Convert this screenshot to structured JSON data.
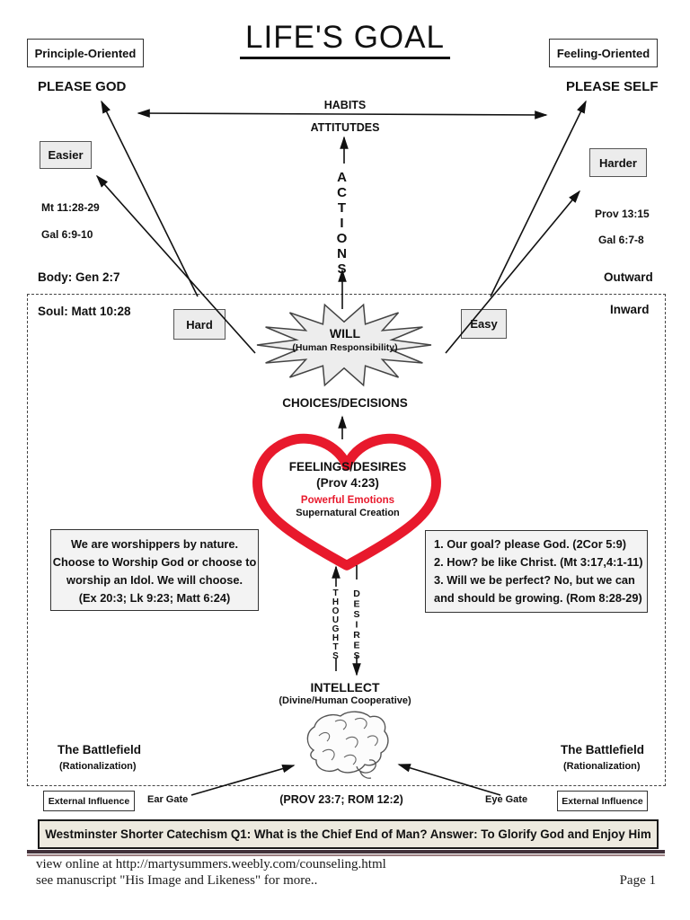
{
  "page": {
    "title": "LIFE'S GOAL",
    "footer": {
      "line1": "view online at http://martysummers.weebly.com/counseling.html",
      "line2": "see manuscript \"His Image and Likeness\" for more..",
      "page_number": "Page 1"
    }
  },
  "colors": {
    "heart_red": "#e8192c",
    "rule_maroon": "#42313a",
    "box_gray": "#ececec",
    "banner_bg": "#edeadf"
  },
  "top": {
    "left_box": "Principle-Oriented",
    "right_box": "Feeling-Oriented",
    "left_goal": "PLEASE GOD",
    "right_goal": "PLEASE SELF",
    "habits": "HABITS",
    "attitudes": "ATTITUTDES",
    "actions_vertical": "ACTIONS",
    "easier_box": "Easier",
    "harder_box": "Harder",
    "left_refs": [
      "Mt 11:28-29",
      "Gal 6:9-10"
    ],
    "right_refs": [
      "Prov 13:15",
      "Gal 6:7-8"
    ],
    "body_label": "Body: Gen 2:7",
    "outward_label": "Outward"
  },
  "inner": {
    "soul_label": "Soul: Matt 10:28",
    "inward_label": "Inward",
    "hard_box": "Hard",
    "easy_box": "Easy",
    "will": {
      "title": "WILL",
      "subtitle": "(Human Responsibility)"
    },
    "choices": "CHOICES/DECISIONS",
    "heart": {
      "title": "FEELINGS/DESIRES",
      "ref": "(Prov 4:23)",
      "line1": "Powerful Emotions",
      "line2": "Supernatural Creation"
    },
    "left_note": {
      "lines": [
        "We are worshippers by nature.",
        "Choose to Worship God or choose to",
        "worship an Idol. We will choose.",
        "(Ex 20:3; Lk 9:23; Matt 6:24)"
      ]
    },
    "right_note": {
      "lines": [
        "1. Our goal? please God. (2Cor 5:9)",
        "2. How? be like Christ. (Mt 3:17,4:1-11)",
        "3. Will we be perfect? No, but we  can",
        "and should be growing. (Rom 8:28-29)"
      ]
    },
    "thoughts_vertical": "THOUGHTS",
    "desires_vertical": "DESIRES",
    "intellect": {
      "title": "INTELLECT",
      "subtitle": "(Divine/Human Cooperative)"
    },
    "battlefield_left": {
      "title": "The Battlefield",
      "subtitle": "(Rationalization)"
    },
    "battlefield_right": {
      "title": "The Battlefield",
      "subtitle": "(Rationalization)"
    }
  },
  "bottom": {
    "external_left": "External Influence",
    "ear_gate": "Ear Gate",
    "verse": "(PROV 23:7; ROM 12:2)",
    "eye_gate": "Eye Gate",
    "external_right": "External Influence",
    "catechism": "Westminster Shorter Catechism Q1: What is the Chief End of Man? Answer: To Glorify God and Enjoy Him"
  }
}
